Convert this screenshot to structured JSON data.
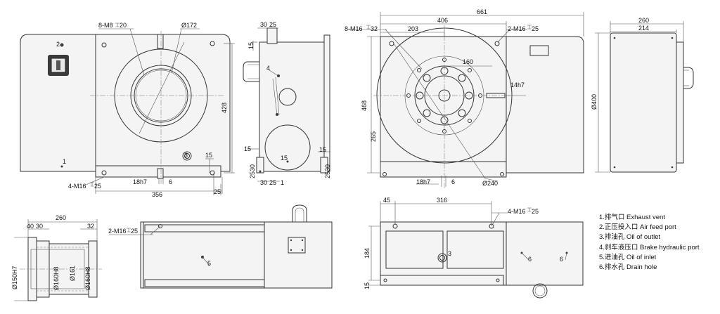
{
  "dims": {
    "fv_m8": "8-M8",
    "fv_m8_d": "20",
    "fv_d172": "Ø172",
    "fv_428": "428",
    "fv_15": "15",
    "fv_m16": "4-M16",
    "fv_m16_d": "25",
    "fv_18h7": "18h7",
    "fv_6": "6",
    "fv_356": "356",
    "fv_25": "25",
    "fv_3": "3",
    "fv_1": "1",
    "fv_2": "2",
    "sv_30": "30",
    "sv_25a": "25",
    "sv_15a": "15",
    "sv_4": "4",
    "sv_15b": "15",
    "sv_15c": "15",
    "sv_15d": "15",
    "sv_30b": "30",
    "sv_25b": "25",
    "sv_30c": "30",
    "sv_25c": "25",
    "sv_1": "1",
    "sv_30d": "30",
    "sv_25d": "25",
    "mv_661": "661",
    "mv_406": "406",
    "mv_203": "203",
    "mv_m16_32": "8-M16",
    "mv_m16_32_d": "32",
    "mv_m16_25": "2-M16",
    "mv_m16_25_d": "25",
    "mv_160": "160",
    "mv_14h7": "14h7",
    "mv_468": "468",
    "mv_265": "265",
    "mv_18h7": "18h7",
    "mv_6": "6",
    "mv_d240": "Ø240",
    "rv_260": "260",
    "rv_214": "214",
    "rv_d400": "Ø400",
    "bl_260": "260",
    "bl_40": "40",
    "bl_30": "30",
    "bl_32": "32",
    "bl_m16": "2-M16",
    "bl_m16_d": "25",
    "bl_d150": "Ø150H7",
    "bl_d160a": "Ø160H8",
    "bl_d161": "Ø161",
    "bl_d160b": "Ø160H8",
    "bl_5": "5",
    "bv_45": "45",
    "bv_316": "316",
    "bv_m16": "4-M16",
    "bv_m16_d": "25",
    "bv_184": "184",
    "bv_15": "15",
    "bv_3": "3",
    "bv_6a": "6",
    "bv_6b": "6"
  },
  "legend": [
    "1.排气口 Exhaust vent",
    "2.正压投入口 Air feed port",
    "3.排油孔  Oil of outlet",
    "4.刹车液压口 Brake hydraulic port",
    "5.进油孔  Oil of inlet",
    "6.排水孔 Drain hole"
  ]
}
